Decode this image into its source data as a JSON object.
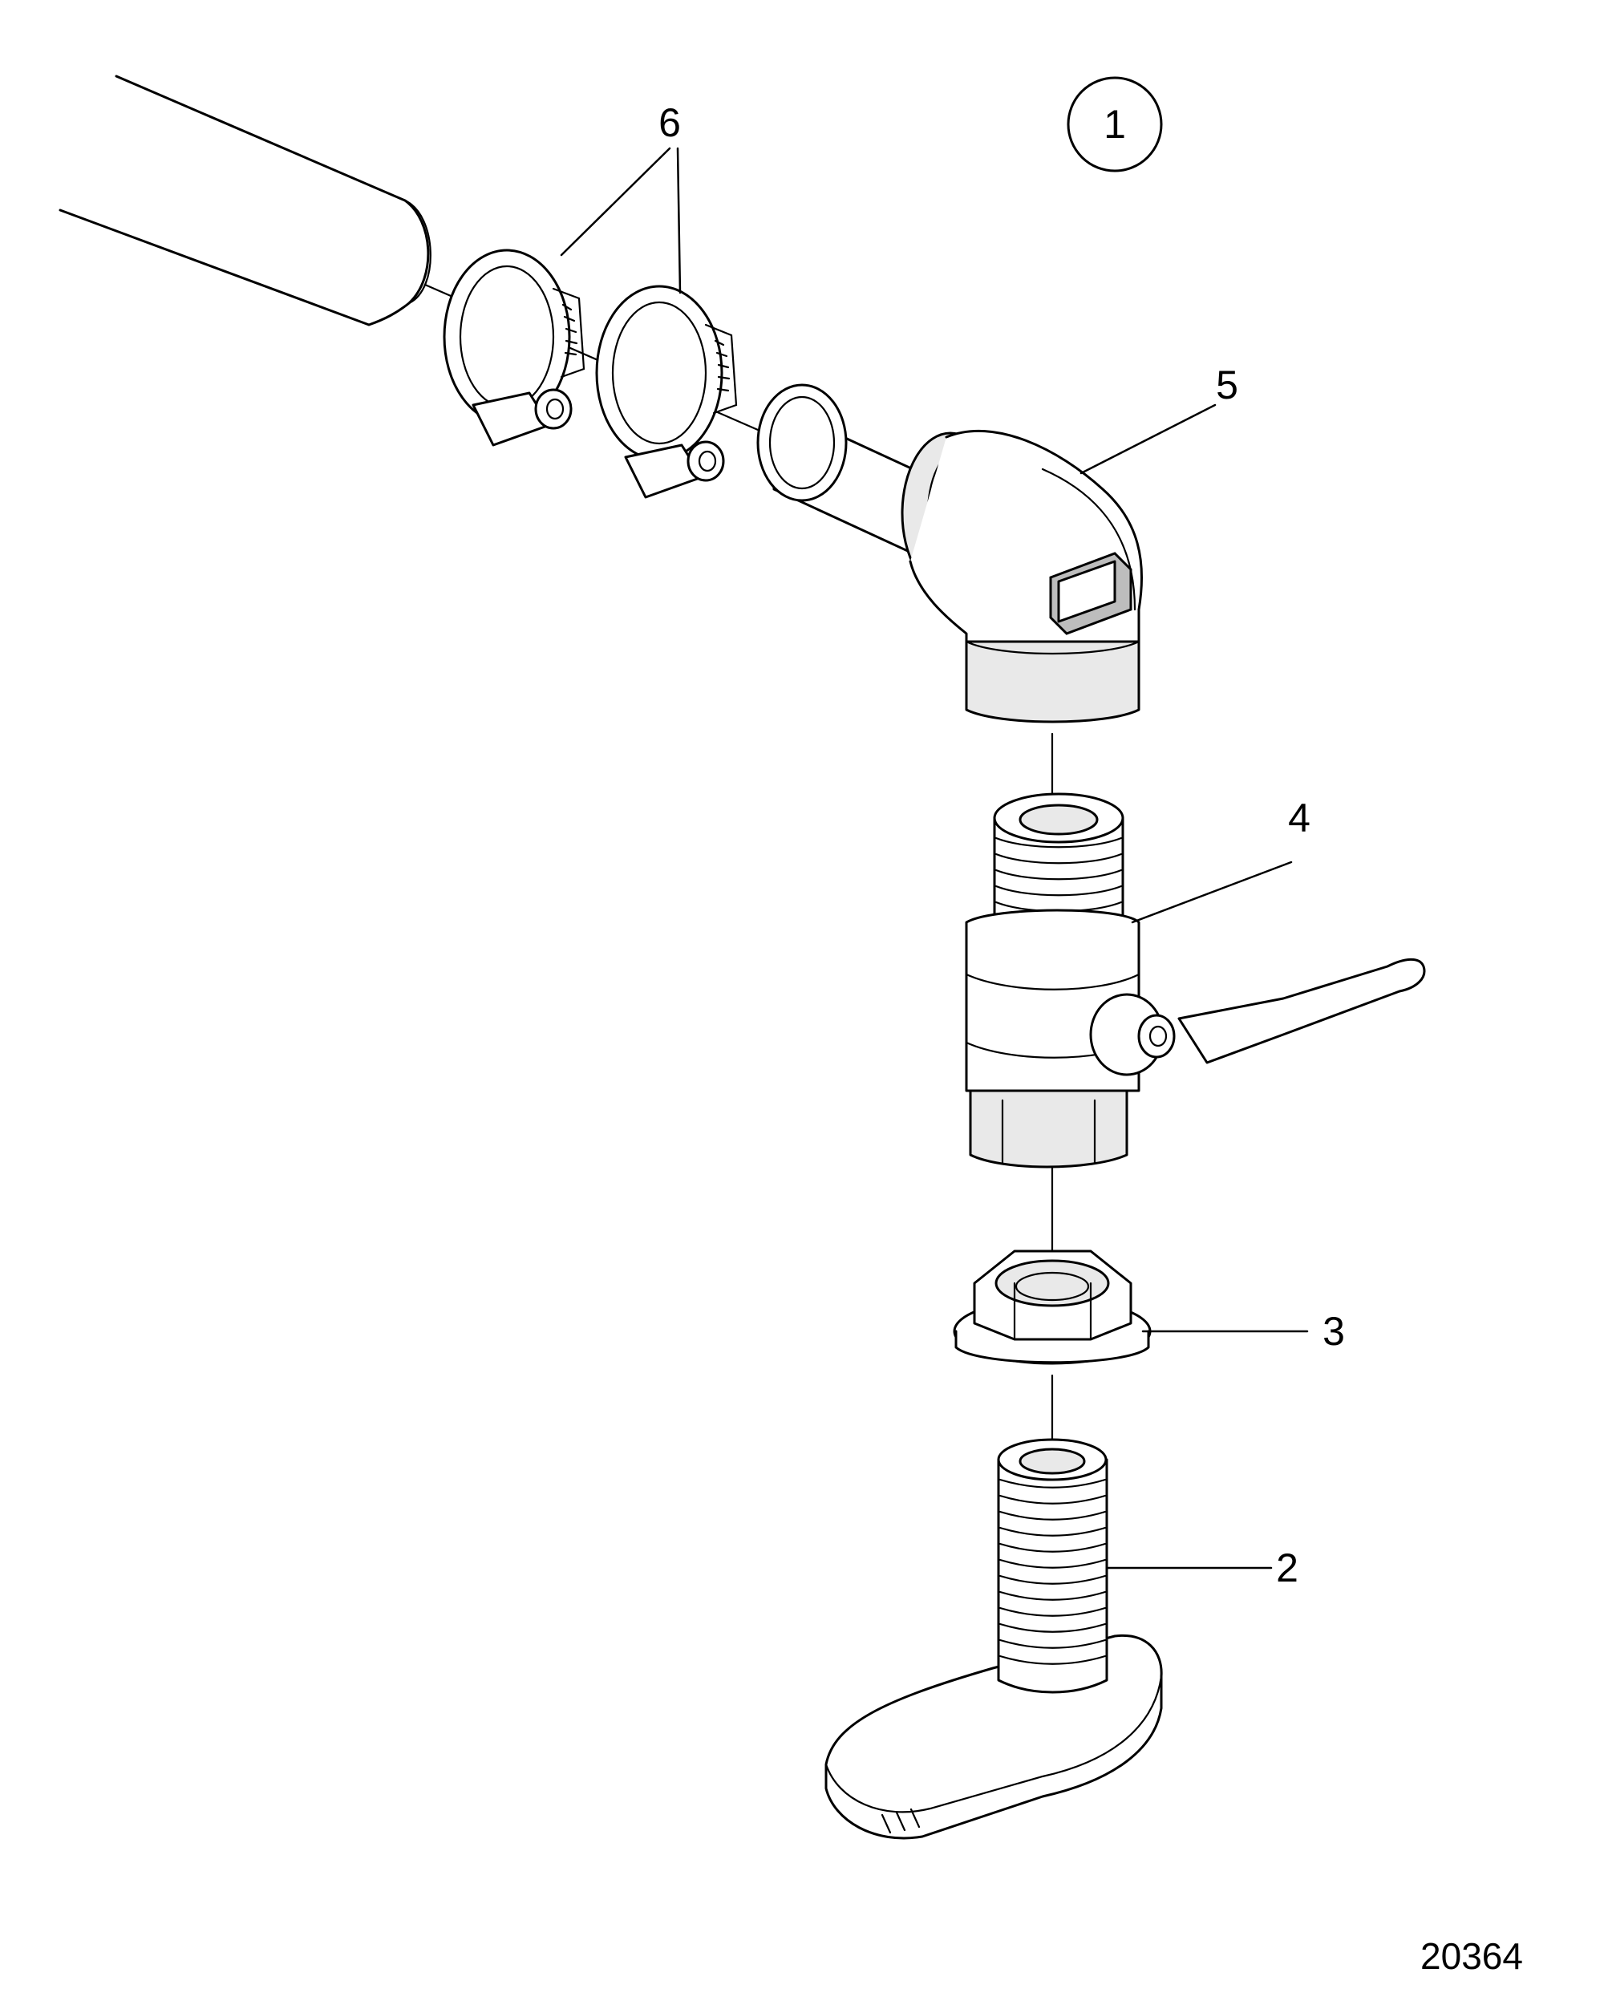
{
  "diagram": {
    "view_marker": "1",
    "figure_number": "20364",
    "callouts": {
      "seacock_fitting_label": "2",
      "nut_label": "3",
      "valve_label": "4",
      "elbow_label": "5",
      "hose_clamps_label": "6"
    }
  }
}
